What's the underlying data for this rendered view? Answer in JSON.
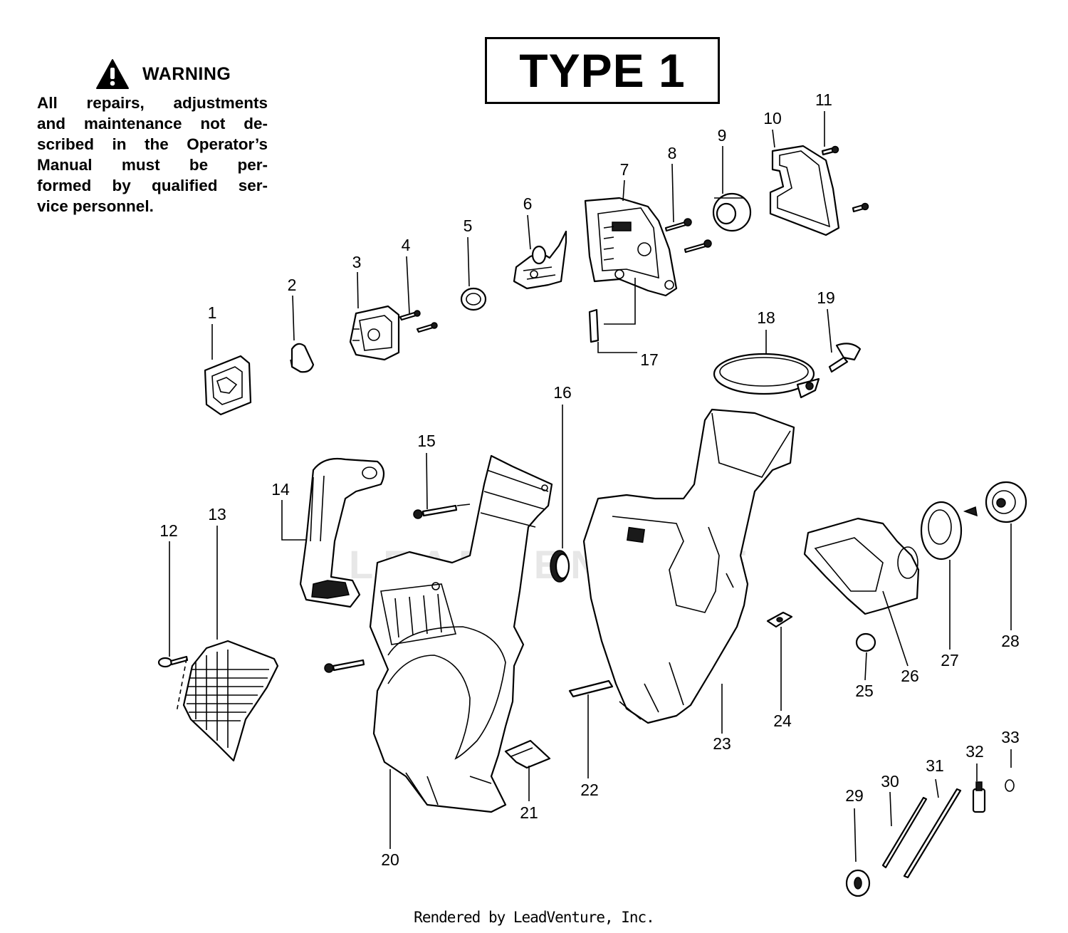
{
  "warning": {
    "title": "WARNING",
    "lines": [
      "All repairs, adjustments",
      "and maintenance not de-",
      "scribed in the Operator’s",
      "Manual must be per-",
      "formed by qualified ser-",
      "vice personnel."
    ]
  },
  "type_label": "TYPE 1",
  "footer": "Rendered by LeadVenture, Inc.",
  "watermark": "LEADVENTURE",
  "callouts": [
    "1",
    "2",
    "3",
    "4",
    "5",
    "6",
    "7",
    "8",
    "9",
    "10",
    "11",
    "12",
    "13",
    "14",
    "15",
    "16",
    "17",
    "18",
    "19",
    "20",
    "21",
    "22",
    "23",
    "24",
    "25",
    "26",
    "27",
    "28",
    "29",
    "30",
    "31",
    "32",
    "33"
  ]
}
